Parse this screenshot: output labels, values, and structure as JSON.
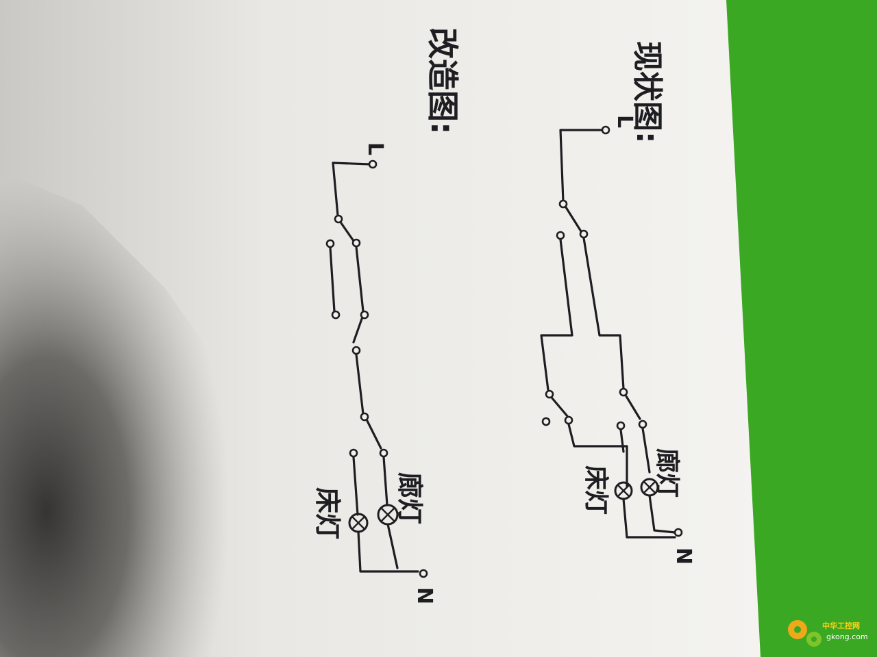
{
  "photo": {
    "subject": "hand-drawn wiring diagram on paper",
    "background_color": "#3aa822",
    "paper_color": "#f2f1ee",
    "ink_color": "#1e1e22"
  },
  "diagram_current": {
    "title": "现状图:",
    "live_terminal": "L",
    "neutral_terminal": "N",
    "lamp_1": "廊灯",
    "lamp_2": "床灯"
  },
  "diagram_modified": {
    "title": "改造图:",
    "live_terminal": "L",
    "neutral_terminal": "N",
    "lamp_1": "廊灯",
    "lamp_2": "床灯"
  },
  "watermark": {
    "name": "中华工控网",
    "url": "gkong.com"
  }
}
